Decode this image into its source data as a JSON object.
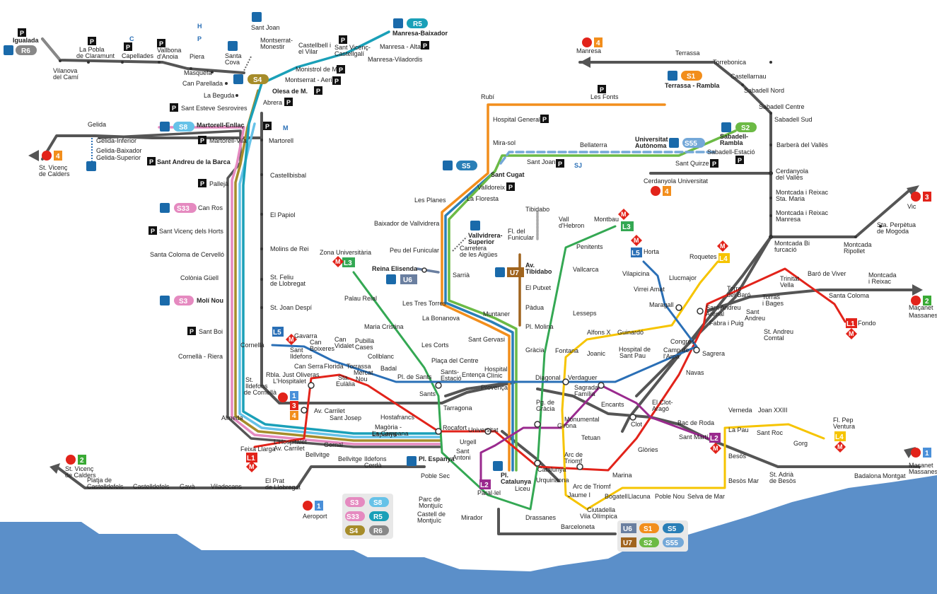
{
  "colors": {
    "L1": "#e2231a",
    "L2": "#9a2a8e",
    "L3": "#34a853",
    "L4": "#f6c400",
    "L5": "#2a6fb6",
    "R1": "#4a90d9",
    "R2": "#3aaa35",
    "R3": "#e2231a",
    "R4": "#f28e1c",
    "S1": "#f28e1c",
    "S2": "#6cba45",
    "S4": "#a68c2a",
    "S5": "#2a7fb7",
    "S55": "#74a8d8",
    "S8": "#66c2e8",
    "S33": "#e58ac0",
    "R5": "#1aa0b8",
    "R6": "#888888",
    "U6": "#6a7fa0",
    "U7": "#a0641e",
    "rodalies": "#555555",
    "sea": "#5b8fc9"
  },
  "lines": {
    "L1": "L1",
    "L2": "L2",
    "L3": "L3",
    "L4": "L4",
    "L5": "L5",
    "S1": "S1",
    "S2": "S2",
    "S4": "S4",
    "S5": "S5",
    "S55": "S55",
    "S8": "S8",
    "S33": "S33",
    "R5": "R5",
    "R6": "R6",
    "U6": "U6",
    "U7": "U7",
    "R1": "1",
    "R2": "2",
    "R3": "3",
    "R4": "4"
  },
  "icons": {
    "parking": "P",
    "metro": "M",
    "bus_c": "C",
    "bus_h": "H",
    "bus_p": "P",
    "bus_sj": "SJ"
  },
  "legend": {
    "l1": "S3",
    "l2": "S8",
    "l3": "S33",
    "l4": "R5",
    "l5": "S4",
    "l6": "R6"
  },
  "legend2": {
    "l1": "U6",
    "l2": "S1",
    "l3": "S5",
    "l4": "U7",
    "l5": "S2",
    "l6": "S55"
  },
  "stations": {
    "igualada": "Igualada",
    "vilanova_cami": "Vilanova",
    "vilanova_cami2": "del Camí",
    "pobla1": "La Pobla",
    "pobla2": "de Claramunt",
    "capellades": "Capellades",
    "vallbona1": "Vallbona",
    "vallbona2": "d'Anoia",
    "piera": "Piera",
    "masquefa": "Masquefa",
    "can_parellada": "Can Parellada",
    "la_beguda": "La Beguda",
    "sant_esteve": "Sant Esteve Sesrovires",
    "abrera": "Abrera",
    "martorell_enllac": "Martorell-Enllaç",
    "martorell_vila": "Martorell-Vila",
    "martorell": "Martorell",
    "sant_andreu_barca": "Sant Andreu de la Barca",
    "palleja": "Pallejà",
    "castellbisbal": "Castellbisbal",
    "can_ros": "Can Ros",
    "el_papiol": "El Papiol",
    "sant_vicenc_horts": "Sant Vicenç dels Horts",
    "molins": "Molins de Rei",
    "santa_coloma_cervello": "Santa Coloma de Cervelló",
    "colonia_guell": "Colònia Güell",
    "st_feliu1": "St. Feliu",
    "st_feliu2": "de Llobregat",
    "molinou": "Molí Nou",
    "st_joan_despi": "St. Joan Despí",
    "sant_boi": "Sant Boi",
    "cornella_riera": "Cornellà - Riera",
    "cornella": "Cornellà",
    "almeda": "Almeda",
    "gelida": "Gelida",
    "gelida_inferior": "Gelida-Inferior",
    "gelida_baixador": "Gelida-Baixador",
    "gelida_superior": "Gelida-Superior",
    "st_vicenc_calders1": "St. Vicenç",
    "st_vicenc_calders2": "de Calders",
    "sant_joan": "Sant Joan",
    "montserrat1": "Montserrat-",
    "montserrat2": "Monestir",
    "santa_cova1": "Santa",
    "santa_cova2": "Cova",
    "castellbell1": "Castellbell i",
    "castellbell2": "el Vilar",
    "monistrol": "Monistrol de M.",
    "montserrat_aeri": "Montserrat - Aeri",
    "olesa": "Olesa de M.",
    "sant_vicenc_castellgali1": "Sant Vicenç-",
    "sant_vicenc_castellgali2": "Castellgalí",
    "manresa_baixador": "Manresa-Baixador",
    "manresa_alta": "Manresa - Alta",
    "manresa_viladordis": "Manresa-Viladordis",
    "manresa": "Manresa",
    "terrassa": "Terrassa",
    "torrebonica": "Torrebonica",
    "castellarnau": "Castellarnau",
    "sabadell_nord": "Sabadell Nord",
    "sabadell_centre": "Sabadell Centre",
    "sabadell_sud": "Sabadell Sud",
    "barbera": "Barberà del Vallès",
    "cerdanyola1": "Cerdanyola",
    "cerdanyola2": "del Vallès",
    "montcada_reixac_sm1": "Montcada i Reixac",
    "montcada_reixac_sm2": "Sta. Maria",
    "montcada_reixac_m1": "Montcada i Reixac",
    "montcada_reixac_m2": "Manresa",
    "montcada_bif1": "Montcada Bi",
    "montcada_bif2": "furcació",
    "montcada_ripollet1": "Montcada",
    "montcada_ripollet2": "Ripollet",
    "sta_perpetua1": "Sta. Perpètua",
    "sta_perpetua2": "de Mogoda",
    "vic": "Vic",
    "rubi": "Rubí",
    "les_fonts": "Les Fonts",
    "terrassa_rambla": "Terrassa - Rambla",
    "hospital_general": "Hospital General",
    "mira_sol": "Mira-sol",
    "bellaterra": "Bellaterra",
    "universitat_autonoma1": "Universitat",
    "universitat_autonoma2": "Autònoma",
    "sabadell_rambla1": "Sabadell-",
    "sabadell_rambla2": "Rambla",
    "sabadell_estacio": "Sabadell-Estació",
    "sant_quirze": "Sant Quirze",
    "sant_joan_sj": "Sant Joan",
    "sant_cugat": "Sant Cugat",
    "cerdanyola_univ": "Cerdanyola Universitat",
    "valldoreix": "Valldoreix",
    "la_floresta": "La Floresta",
    "les_planes": "Les Planes",
    "baixador_vallvidrera": "Baixador de Vallvidrera",
    "vallvidrera_sup1": "Vallvidrera-",
    "vallvidrera_sup2": "Superior",
    "carretera_aigues1": "Carretera",
    "carretera_aigues2": "de les Aigües",
    "peu_funicular": "Peu del Funicular",
    "tibidabo": "Tibidabo",
    "fdel_funicular1": "Fl. del",
    "fdel_funicular2": "Funicular",
    "av_tibidabo1": "Av.",
    "av_tibidabo2": "Tibidabo",
    "reina_elisenda": "Reina Elisenda",
    "sarria": "Sarrià",
    "les_tres_torres": "Les Tres Torres",
    "la_bonanova": "La Bonanova",
    "muntaner": "Muntaner",
    "sant_gervasi": "Sant Gervasi",
    "el_putxet": "El Putxet",
    "padua": "Pàdua",
    "pl_molina": "Pl. Molina",
    "gracia": "Gràcia",
    "zona_universitaria": "Zona Universitària",
    "palau_reial": "Palau Reial",
    "maria_cristina": "Maria Cristina",
    "les_corts": "Les Corts",
    "placa_centre": "Plaça del Centre",
    "sants_estacio1": "Sants-",
    "sants_estacio2": "Estació",
    "sants": "Sants",
    "tarragona": "Tarragona",
    "espanya": "Espanya",
    "pl_espanya": "Pl. Espanya",
    "rocafort": "Rocafort",
    "urgell": "Urgell",
    "universitat": "Universitat",
    "sant_antoni1": "Sant",
    "sant_antoni2": "Antoni",
    "poble_sec": "Poble Sec",
    "paral_lel": "Paral·lel",
    "parc_montjuic1": "Parc de",
    "parc_montjuic2": "Montjuïc",
    "castell_montjuic1": "Castell de",
    "castell_montjuic2": "Montjuïc",
    "mirador": "Mirador",
    "valldhebron1": "Vall",
    "valldhebron2": "d'Hebron",
    "montbau": "Montbau",
    "penitents": "Penitents",
    "vallcarca": "Vallcarca",
    "lesseps": "Lesseps",
    "fontana": "Fontana",
    "diagonal": "Diagonal",
    "provenca": "Provença",
    "hospital_clinic1": "Hospital",
    "hospital_clinic2": "Clínic",
    "entenca": "Entença",
    "pl_sants": "Pl. de Sants",
    "badal": "Badal",
    "collblanc": "Collblanc",
    "mercat_nou1": "Mercat",
    "mercat_nou2": "Nou",
    "sta_eulalia1": "Sta.",
    "sta_eulalia2": "Eulàlia",
    "torrassa": "Torrassa",
    "florida": "Florida",
    "can_serra": "Can Serra",
    "can_vidalet1": "Can",
    "can_vidalet2": "Vidalet",
    "pubilla_cases1": "Pubilla",
    "pubilla_cases2": "Cases",
    "can_boixeres1": "Can",
    "can_boixeres2": "Boixeres",
    "gavarra": "Gavarra",
    "sant_ildefons1": "Sant",
    "sant_ildefons2": "Ildefons",
    "st_ildefons_cornella1": "St.",
    "st_ildefons_cornella2": "Ildefons",
    "st_ildefons_cornella3": "de Cornellà",
    "rbla_just_oliveras1": "Rbla. Just Oliveras",
    "rbla_just_oliveras2": "L'Hospitalet",
    "av_carrilet": "Av. Carrilet",
    "sant_josep": "Sant Josep",
    "hostafrancs": "Hostafrancs",
    "magoria1": "Magòria -",
    "magoria2": "La Campana",
    "gornal": "Gornal",
    "bellvitge": "Bellvitge",
    "ildefons_cerda1": "Ildefons",
    "ildefons_cerda2": "Cerdà",
    "lhospitalet_carrilet1": "L'Hospitalet",
    "lhospitalet_carrilet2": "Av. Carrilet",
    "feixa_llarga": "Feixa Llarga",
    "bellvitge_l1": "Bellvitge",
    "platja_castelldefels1": "Platja de",
    "platja_castelldefels2": "Castelldefels",
    "castelldefels": "Castelldefels",
    "gava": "Gavà",
    "viladecans": "Viladecans",
    "el_prat1": "El Prat",
    "el_prat2": "de Llobregat",
    "aeroport": "Aeroport",
    "pl_catalunya1": "Pl.",
    "pl_catalunya2": "Catalunya",
    "catalunya": "Catalunya",
    "pg_gracia1": "Pg. de",
    "pg_gracia2": "Gràcia",
    "liceu": "Liceu",
    "drassanes": "Drassanes",
    "urquinaona": "Urquinaona",
    "jaume_i": "Jaume I",
    "barceloneta": "Barceloneta",
    "arc_triomf1": "Arc de",
    "arc_triomf2": "Triomf",
    "arc_triomf3": "Arc de Triomf",
    "ciutadella1": "Ciutadella",
    "ciutadella2": "Vila Olímpica",
    "bogatell": "Bogatell",
    "llacuna": "Llacuna",
    "poblenou": "Poble Nou",
    "selva_mar": "Selva de Mar",
    "besos_mar": "Besòs Mar",
    "besos": "Besòs",
    "marina": "Marina",
    "glories": "Glòries",
    "clot": "Clot",
    "el_clot_arago1": "El Clot-",
    "el_clot_arago2": "Aragó",
    "bac_de_roda": "Bac de Roda",
    "sant_marti": "Sant Martí",
    "la_pau": "La Pau",
    "verneda": "Verneda",
    "joan_xxiii": "Joan XXIII",
    "sant_roc": "Sant Roc",
    "gorg": "Gorg",
    "pep_ventura1": "Fl. Pep",
    "pep_ventura2": "Ventura",
    "monumental": "Monumental",
    "tetuan": "Tetuan",
    "girona": "Girona",
    "verdaguer": "Verdaguer",
    "sagrada_familia1": "Sagrada",
    "sagrada_familia2": "Família",
    "encants": "Encants",
    "hospital_sant_pau1": "Hospital de",
    "hospital_sant_pau2": "Sant Pau",
    "camp_arpa1": "Camp de",
    "camp_arpa2": "l'Arpa",
    "navas": "Navas",
    "sagrera": "Sagrera",
    "congres": "Congrés",
    "joanic": "Joanic",
    "alfons_x": "Alfons X",
    "guinardo": "Guinardó",
    "maragall": "Maragall",
    "llucmajor": "Llucmajor",
    "roquetes": "Roquetes",
    "virrei_amat": "Virrei Amat",
    "vilapicina": "Vilapicina",
    "horta": "Horta",
    "fabra_puig": "Fabra i Puig",
    "sant_andreu_arenal1": "Sant Andreu",
    "sant_andreu_arenal2": "Arenal",
    "sant_andreu1": "Sant",
    "sant_andreu2": "Andreu",
    "torras_bages1": "Torras",
    "torras_bages2": "i Bages",
    "torre_baro1": "Torre",
    "torre_baro2": "del Baró",
    "trinitat_vella1": "Trinitat",
    "trinitat_vella2": "Vella",
    "baro_viver": "Baró de Viver",
    "santa_coloma": "Santa Coloma",
    "fondo": "Fondo",
    "sant_andreu_comtal1": "St. Andreu",
    "sant_andreu_comtal2": "Comtal",
    "montcada_reixac1": "Montcada",
    "montcada_reixac2": "i Reixac",
    "macanet_massanes1": "Maçanet",
    "macanet_massanes2": "Massanes",
    "badalona": "Badalona",
    "montgat": "Montgat",
    "st_adria1": "St. Adrià",
    "st_adria2": "de Besòs"
  }
}
